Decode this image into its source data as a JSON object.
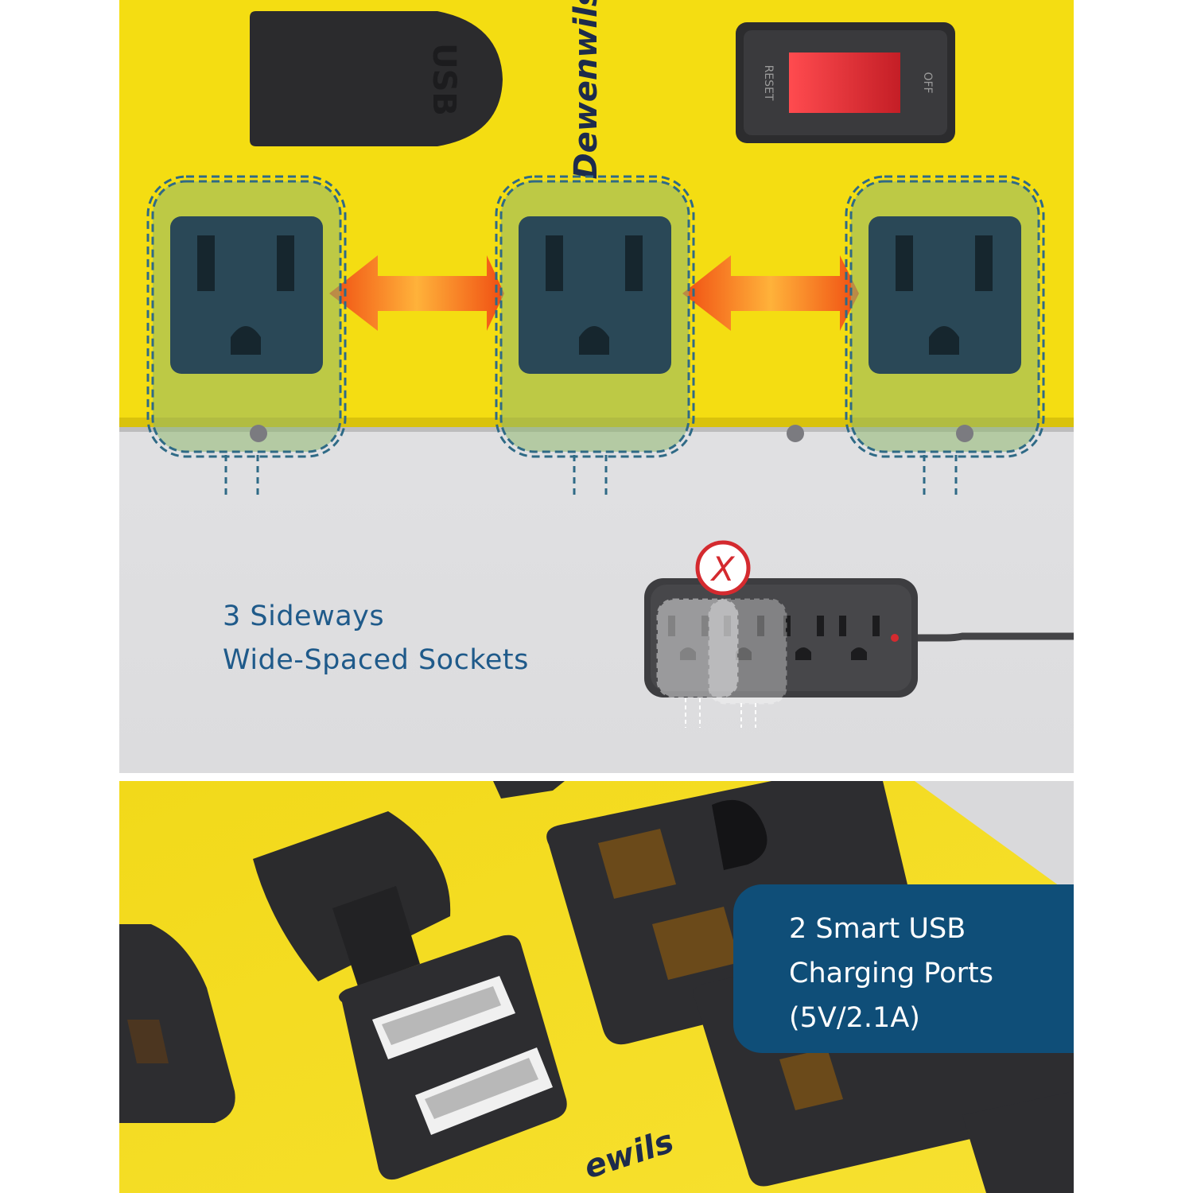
{
  "top_panel": {
    "usb_cover_label": "USB",
    "brand": "Dewenwils",
    "switch_labels": {
      "left": "RESET",
      "right": "OFF"
    },
    "caption_line1": "3 Sideways",
    "caption_line2": "Wide-Spaced Sockets",
    "inset_mark": "X"
  },
  "bottom_panel": {
    "brand_partial": "ewils",
    "callout_line1": "2 Smart USB",
    "callout_line2": "Charging Ports",
    "callout_line3": "(5V/2.1A)"
  },
  "colors": {
    "yellow": "#f4dd12",
    "gray_bg": "#dfdfe1",
    "outlet_blue": "#2a4857",
    "callout_blue": "#0f4e78",
    "caption_blue": "#1f5a8a",
    "arrow_orange": "#f26a1b",
    "switch_red": "#d42a2f"
  },
  "icons": [
    "usb-cover-icon",
    "rocker-switch-icon",
    "outlet-icon",
    "double-arrow-icon",
    "x-mark-icon",
    "usb-port-icon"
  ]
}
